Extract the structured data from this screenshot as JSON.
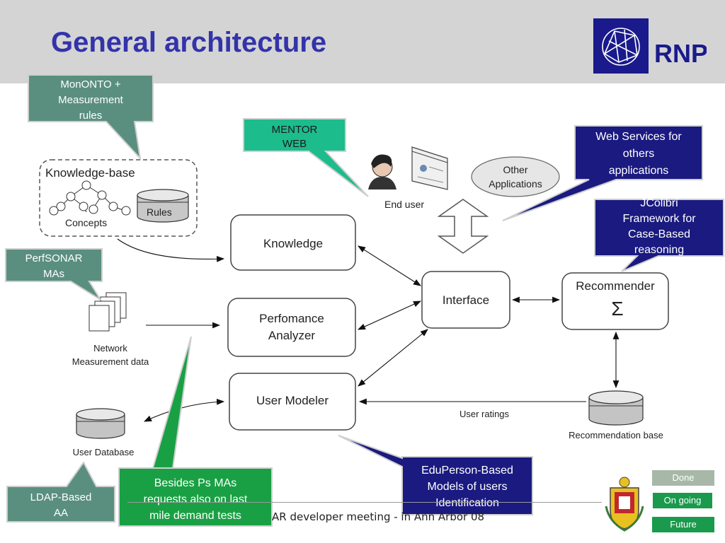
{
  "slide": {
    "title": "General architecture",
    "logo_text": "RNP",
    "footer_text": "AR developer meeting - in Ann Arbor 08"
  },
  "colors": {
    "title": "#3333aa",
    "header_bg": "#d4d4d4",
    "callout_teal": "#1cbc8c",
    "callout_navy": "#1a1a80",
    "callout_green": "#1aa044",
    "callout_gray": "#5a8f80",
    "status_green": "#1a9a4c"
  },
  "diagram": {
    "knowledge_base_label": "Knowledge-base",
    "concepts_label": "Concepts",
    "rules_label": "Rules",
    "end_user_label": "End user",
    "other_apps_line1": "Other",
    "other_apps_line2": "Applications",
    "knowledge_box": "Knowledge",
    "perf_line1": "Perfomance",
    "perf_line2": "Analyzer",
    "user_modeler": "User Modeler",
    "interface": "Interface",
    "recommender": "Recommender",
    "sigma": "Σ",
    "network_line1": "Network",
    "network_line2": "Measurement data",
    "user_database": "User Database",
    "user_ratings": "User ratings",
    "recommendation_base": "Recommendation base"
  },
  "callouts": {
    "monto": [
      "MonONTO +",
      "Measurement",
      "rules"
    ],
    "mentor": [
      "MENTOR",
      "WEB"
    ],
    "webservices": [
      "Web Services for",
      "others",
      "applications"
    ],
    "jcolibri": [
      "JColibri",
      "Framework for",
      "Case-Based",
      "reasoning"
    ],
    "perfsonar": [
      "PerfSONAR",
      "MAs"
    ],
    "besides": [
      "Besides Ps MAs",
      "requests also on last",
      "mile demand tests"
    ],
    "eduperson": [
      "EduPerson-Based",
      "Models of users",
      "Identification"
    ],
    "ldap": [
      "LDAP-Based",
      "AA"
    ]
  },
  "status": {
    "done": "Done",
    "ongoing": "On going",
    "future": "Future"
  }
}
